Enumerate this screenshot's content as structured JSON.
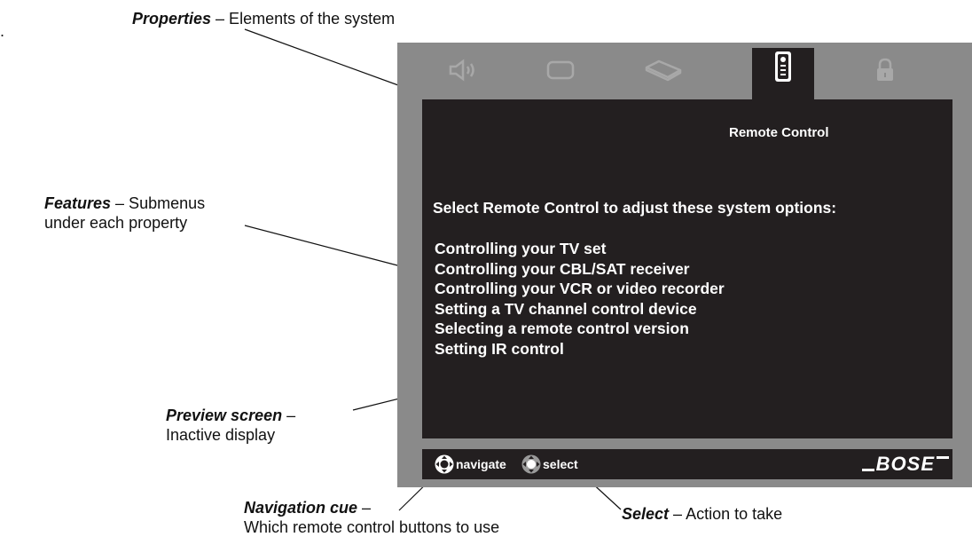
{
  "annotations": {
    "dot": ".",
    "properties": {
      "term": "Properties",
      "text": " – Elements of the system"
    },
    "features": {
      "term": "Features",
      "text_line1": " – Submenus",
      "text_line2": "under each property"
    },
    "preview": {
      "term": "Preview screen",
      "text_line1": " –",
      "text_line2": "Inactive display"
    },
    "navigation": {
      "term": "Navigation cue",
      "text_line1": " –",
      "text_line2": "Which remote control buttons to use"
    },
    "select": {
      "term": "Select",
      "text": " – Action to take"
    }
  },
  "tabs": [
    {
      "icon": "speaker-icon",
      "active": false
    },
    {
      "icon": "display-icon",
      "active": false
    },
    {
      "icon": "media-module-icon",
      "active": false
    },
    {
      "icon": "remote-control-icon",
      "active": true
    },
    {
      "icon": "lock-icon",
      "active": false
    }
  ],
  "screen": {
    "active_tab_label": "Remote Control",
    "headline": "Select Remote Control to adjust these system options:",
    "menu_items": [
      "Controlling your TV set",
      "Controlling your CBL/SAT receiver",
      "Controlling your VCR or video recorder",
      "Setting a TV channel control device",
      "Selecting a remote control version",
      "Setting IR control"
    ]
  },
  "bottom_bar": {
    "navigate_label": "navigate",
    "select_label": "select",
    "brand": "BOSE"
  },
  "colors": {
    "frame": "#8a8a8a",
    "screen": "#231f20",
    "inactive_icon": "#a8a8a8",
    "text_on_screen": "#ffffff"
  }
}
